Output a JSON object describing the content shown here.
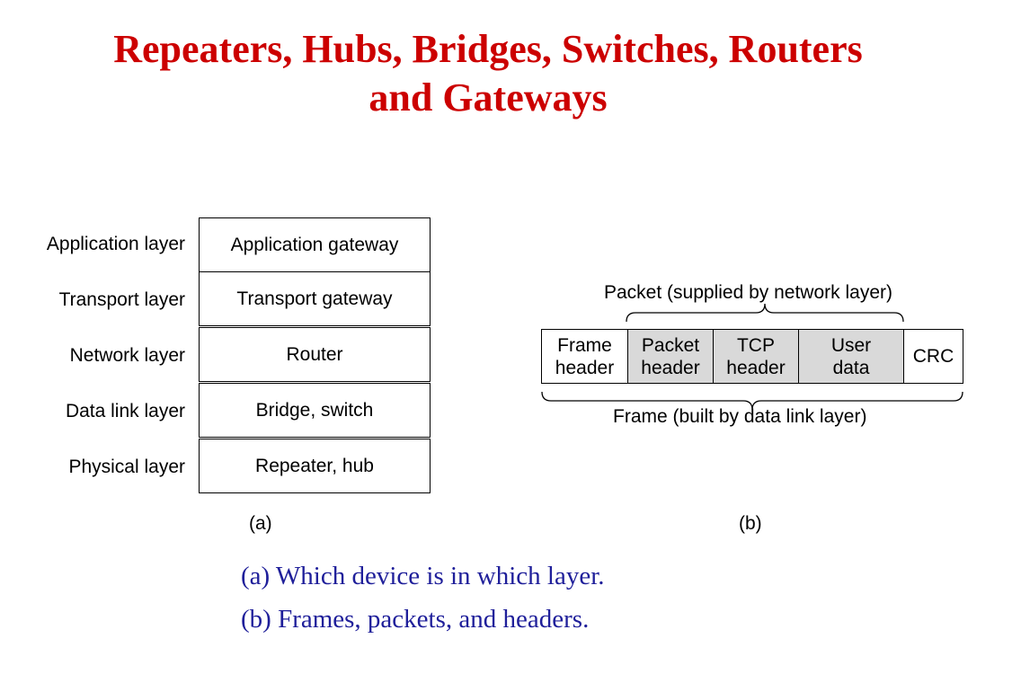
{
  "title": {
    "line1": "Repeaters, Hubs, Bridges, Switches, Routers",
    "line2": "and Gateways"
  },
  "figure_a": {
    "rows": [
      {
        "layer": "Application layer",
        "device": "Application gateway"
      },
      {
        "layer": "Transport layer",
        "device": "Transport gateway"
      },
      {
        "layer": "Network layer",
        "device": "Router"
      },
      {
        "layer": "Data link layer",
        "device": "Bridge, switch"
      },
      {
        "layer": "Physical layer",
        "device": "Repeater, hub"
      }
    ],
    "caption": "(a)"
  },
  "figure_b": {
    "packet_label": "Packet (supplied by network layer)",
    "frame_label": "Frame (built by data link layer)",
    "cells": [
      {
        "text": "Frame\nheader",
        "shaded": false
      },
      {
        "text": "Packet\nheader",
        "shaded": true
      },
      {
        "text": "TCP\nheader",
        "shaded": true
      },
      {
        "text": "User\ndata",
        "shaded": true
      },
      {
        "text": "CRC",
        "shaded": false
      }
    ],
    "caption": "(b)",
    "shade_color": "#d9d9d9"
  },
  "captions": {
    "a": "(a) Which device is in which layer.",
    "b": "(b) Frames, packets, and headers."
  },
  "colors": {
    "title": "#cc0000",
    "caption": "#1f1f9a"
  }
}
